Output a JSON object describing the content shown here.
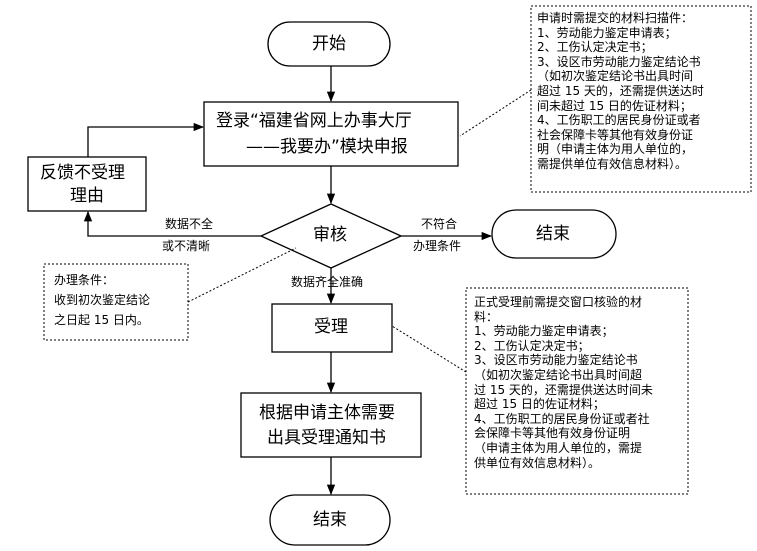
{
  "nodes": {
    "start": "开始",
    "login_line1": "登录“福建省网上办事大厅",
    "login_line2": "——我要办”模块申报",
    "feedback_line1": "反馈不受理",
    "feedback_line2": "理由",
    "review": "审核",
    "end_right": "结束",
    "accept": "受理",
    "notice_line1": "根据申请主体需要",
    "notice_line2": "出具受理通知书",
    "end_bottom": "结束"
  },
  "edges": {
    "incomplete_line1": "数据不全",
    "incomplete_line2": "或不清晰",
    "not_meet_line1": "不符合",
    "not_meet_line2": "办理条件",
    "complete": "数据齐全准确"
  },
  "notes": {
    "top_right": "申请时需提交的材料扫描件：\n1、劳动能力鉴定申请表；\n2、工伤认定决定书；\n3、设区市劳动能力鉴定结论书\n（如初次鉴定结论书出具时间\n超过 15 天的，还需提供送达时\n间未超过 15 日的佐证材料；\n4、工伤职工的居民身份证或者\n社会保障卡等其他有效身份证\n明（申请主体为用人单位的，\n需提供单位有效信息材料）。",
    "left": "办理条件：\n收到初次鉴定结论\n之日起 15 日内。",
    "bottom_right": "正式受理前需提交窗口核验的材\n料：\n1、劳动能力鉴定申请表；\n2、工伤认定决定书；\n3、设区市劳动能力鉴定结论书\n（如初次鉴定结论书出具时间超\n过 15 天的，还需提供送达时间未\n超过 15 日的佐证材料；\n4、工伤职工的居民身份证或者社\n会保障卡等其他有效身份证明\n（申请主体为用人单位的，需提\n供单位有效信息材料）。"
  },
  "colors": {
    "stroke": "#000000",
    "background": "#ffffff"
  }
}
